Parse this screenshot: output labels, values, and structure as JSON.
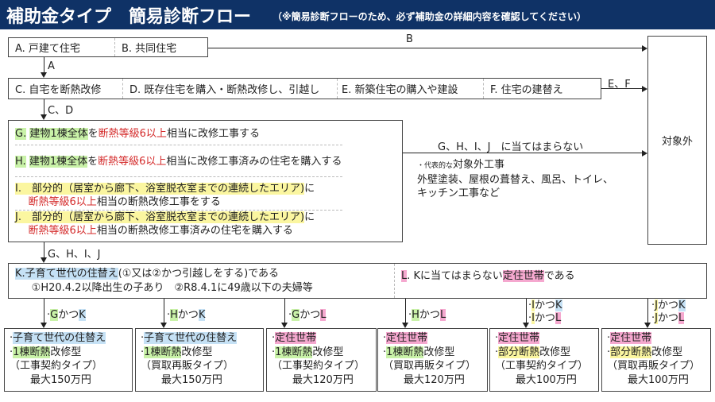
{
  "header": {
    "title": "補助金タイプ　簡易診断フロー",
    "subtitle": "（※簡易診断フローのため、必ず補助金の詳細内容を確認してください）",
    "bg_color": "#0f3266"
  },
  "step1": {
    "a": "A. 戸建て住宅",
    "b": "B. 共同住宅",
    "arrow_a": "A",
    "arrow_b": "B"
  },
  "step2": {
    "c": "C. 自宅を断熱改修",
    "d": "D. 既存住宅を購入・断熱改修し、引越し",
    "e": "E. 新築住宅の購入や建設",
    "f": "F. 住宅の建替え",
    "arrow_cd": "C、D",
    "arrow_ef": "E、F"
  },
  "step3": {
    "g": {
      "prefix": "G.",
      "hl1": "建物1棟全体",
      "mid": "を",
      "hl2": "断熱等級6以上",
      "rest": "相当に改修工事する"
    },
    "h": {
      "prefix": "H.",
      "hl1": "建物1棟全体",
      "mid": "を",
      "hl2": "断熱等級6以上",
      "rest": "相当に改修工事済みの住宅を購入する"
    },
    "i": {
      "prefix": "I.",
      "hl1": "部分的（居室から廊下、浴室脱衣室までの連続したエリア)",
      "mid": "に",
      "hl2": "断熱等級6以上",
      "rest": "相当の断熱改修工事をする"
    },
    "j": {
      "prefix": "J.",
      "hl1": "部分的（居室から廊下、浴室脱衣室までの連続したエリア)",
      "mid": "に",
      "hl2": "断熱等級6以上",
      "rest": "相当の断熱改修工事済みの住宅を購入する"
    },
    "arrow_none": "G、H、I、J　に当てはまらない",
    "arrow_ghij": "G、H、I、J",
    "note_small": "・代表的な",
    "note_title": "対象外工事",
    "note_line1": "外壁塗装、屋根の葺替え、風呂、トイレ、",
    "note_line2": "キッチン工事など"
  },
  "excluded": {
    "label": "対象外"
  },
  "step4": {
    "k_prefix": "K.",
    "k_hl": "子育て世代の住替え",
    "k_rest": "(①又は②かつ引越しをする)である",
    "k_line2": "①H20.4.2以降出生の子あり　②R8.4.1に49歳以下の夫婦等",
    "l_prefix": "L",
    "l_mid": ". Kに当てはまらない",
    "l_hl": "定住世帯",
    "l_rest": "である"
  },
  "conditions": [
    {
      "lines": [
        {
          "a": "G",
          "b": "K"
        }
      ]
    },
    {
      "lines": [
        {
          "a": "H",
          "b": "K"
        }
      ]
    },
    {
      "lines": [
        {
          "a": "G",
          "b": "L"
        }
      ]
    },
    {
      "lines": [
        {
          "a": "H",
          "b": "L"
        }
      ]
    },
    {
      "lines": [
        {
          "a": "I",
          "b": "K"
        },
        {
          "a": "I",
          "b": "L"
        }
      ]
    },
    {
      "lines": [
        {
          "a": "J",
          "b": "K"
        },
        {
          "a": "J",
          "b": "L"
        }
      ]
    }
  ],
  "connector": "かつ",
  "results": [
    {
      "household": "子育て世代の住替え",
      "type_hl": "1棟断熱",
      "type_rest": "改修型",
      "contract": "（工事契約タイプ）",
      "amount": "最大150万円"
    },
    {
      "household": "子育て世代の住替え",
      "type_hl": "1棟断熱",
      "type_rest": "改修型",
      "contract": "（買取再販タイプ）",
      "amount": "最大150万円"
    },
    {
      "household": "定住世帯",
      "type_hl": "1棟断熱",
      "type_rest": "改修型",
      "contract": "（工事契約タイプ）",
      "amount": "最大120万円"
    },
    {
      "household": "定住世帯",
      "type_hl": "1棟断熱",
      "type_rest": "改修型",
      "contract": "（買取再販タイプ）",
      "amount": "最大120万円"
    },
    {
      "household": "定住世帯",
      "type_hl": "部分断熱",
      "type_rest": "改修型",
      "contract": "（工事契約タイプ）",
      "amount": "最大100万円"
    },
    {
      "household": "定住世帯",
      "type_hl": "部分断熱",
      "type_rest": "改修型",
      "contract": "（買取再販タイプ）",
      "amount": "最大100万円"
    }
  ],
  "colors": {
    "green_hl": "#c9f2a8",
    "yellow_hl": "#fbf6a0",
    "blue_hl": "#c5e1f5",
    "pink_hl": "#f5a8cf",
    "red_text": "#d42a2a"
  }
}
